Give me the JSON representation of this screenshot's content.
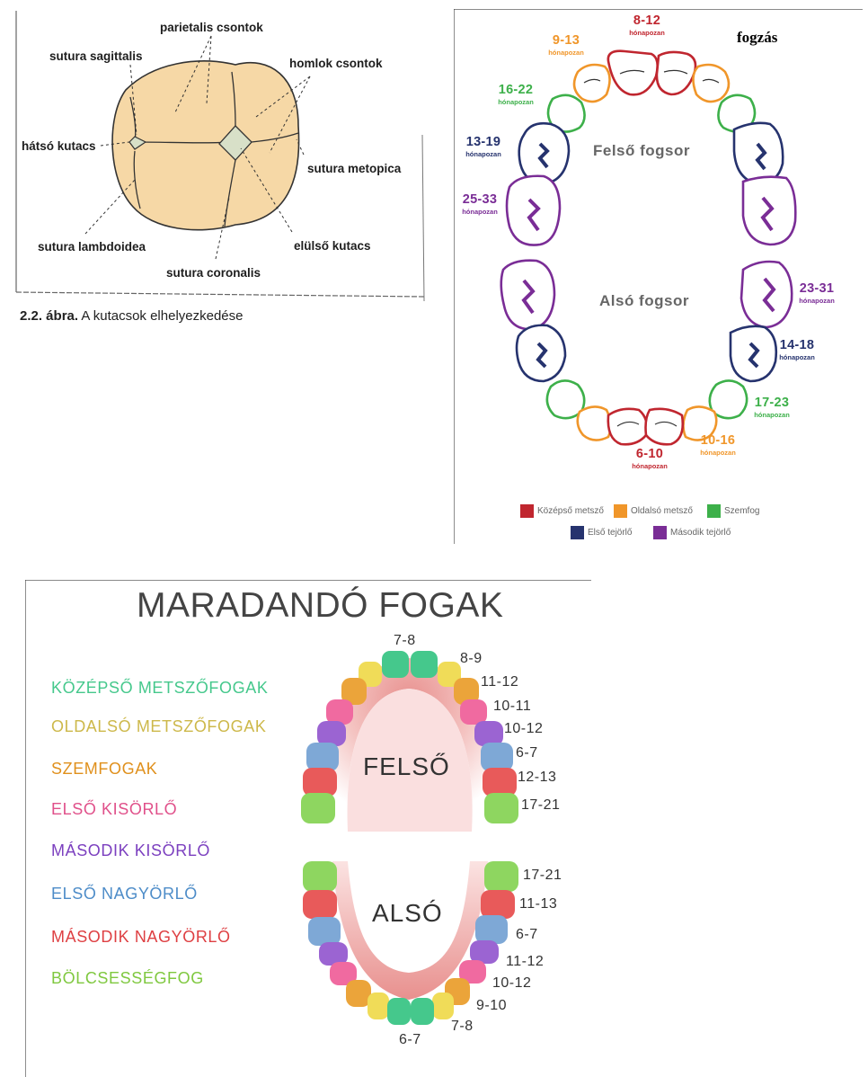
{
  "skull": {
    "labels": {
      "parietalis": "parietalis csontok",
      "sagittalis": "sutura sagittalis",
      "homlok": "homlok csontok",
      "hatso": "hátsó kutacs",
      "metopica": "sutura metopica",
      "elulso": "elülső kutacs",
      "lambdoidea": "sutura lambdoidea",
      "coronalis": "sutura coronalis"
    },
    "caption_num": "2.2. ábra.",
    "caption_text": " A kutacsok elhelyezkedése"
  },
  "primary": {
    "title": "fogzás",
    "upper_label": "Felső fogsor",
    "lower_label": "Alsó fogsor",
    "month_word": "hónapozan",
    "ages": {
      "u_central": "8-12",
      "u_lateral": "9-13",
      "u_canine": "16-22",
      "u_first_molar": "13-19",
      "u_second_molar": "25-33",
      "l_second_molar": "23-31",
      "l_first_molar": "14-18",
      "l_canine": "17-23",
      "l_lateral": "10-16",
      "l_central": "6-10"
    },
    "colors": {
      "central": "#c0262f",
      "lateral": "#f0962a",
      "canine": "#3db04a",
      "first_molar": "#26336e",
      "second_molar": "#7a2d96"
    },
    "legend": {
      "central": "Középső metsző",
      "lateral": "Oldalsó metsző",
      "canine": "Szemfog",
      "first_molar": "Első tejörlő",
      "second_molar": "Második tejörlő"
    }
  },
  "permanent": {
    "title": "MARADANDÓ FOGAK",
    "upper": "FELSŐ",
    "lower": "ALSÓ",
    "legend": [
      {
        "label": "KÖZÉPSŐ METSZŐFOGAK",
        "color": "#45c88c"
      },
      {
        "label": "OLDALSÓ METSZŐFOGAK",
        "color": "#cdb84a"
      },
      {
        "label": "SZEMFOGAK",
        "color": "#e0901c"
      },
      {
        "label": "ELSŐ KISÖRLŐ",
        "color": "#e0508a"
      },
      {
        "label": "MÁSODIK KISÖRLŐ",
        "color": "#7b3fbf"
      },
      {
        "label": "ELSŐ NAGYÖRLŐ",
        "color": "#4d8cc8"
      },
      {
        "label": "MÁSODIK NAGYÖRLŐ",
        "color": "#de3f42"
      },
      {
        "label": "BÖLCSESSÉGFOG",
        "color": "#7fc83f"
      }
    ],
    "upper_ages": {
      "central": "7-8",
      "lateral": "8-9",
      "canine": "11-12",
      "first_pre": "10-11",
      "second_pre": "10-12",
      "first_molar": "6-7",
      "second_molar": "12-13",
      "wisdom": "17-21"
    },
    "lower_ages": {
      "wisdom": "17-21",
      "second_molar": "11-13",
      "first_molar": "6-7",
      "second_pre": "11-12",
      "first_pre": "10-12",
      "canine": "9-10",
      "lateral": "7-8",
      "central": "6-7"
    }
  }
}
